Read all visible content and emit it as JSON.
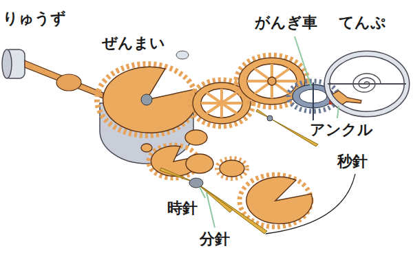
{
  "diagram": {
    "labels": [
      "りゅうず",
      "ぜんまい",
      "がんぎ車",
      "てんぷ",
      "アンクル",
      "秒針",
      "時針",
      "分針"
    ]
  }
}
